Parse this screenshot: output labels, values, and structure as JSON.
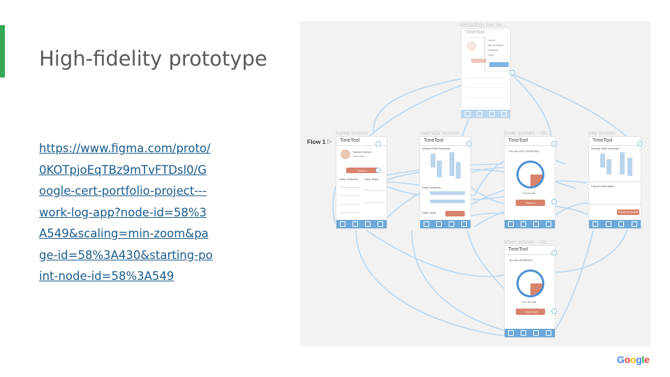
{
  "slide": {
    "title": "High-fidelity prototype",
    "link": "https://www.figma.com/proto/0KOTpjoEqTBz9mTvFTDsl0/Google-cert-portfolio-project---work-log-app?node-id=58%3A549&scaling=min-zoom&page-id=58%3A430&starting-point-node-id=58%3A549"
  },
  "prototype": {
    "flow_label": "Flow 1",
    "play_glyph": "▷",
    "app_name": "TimeTool",
    "frames": {
      "navigation": "navigation bar on ...",
      "home": "home screen",
      "calendar": "calendar screen",
      "timer_clock_in": "timer screen - clo...",
      "pay": "pay screen",
      "timer_clock_out": "timer screen - clo..."
    },
    "menu_items": [
      "Home",
      "My schedule",
      "Settings",
      "Help"
    ],
    "home": {
      "user_name": "Harold Carlson",
      "user_sub": "Mechanic",
      "clock_in": "Clock In",
      "daily_schedule": "Daily Schedule",
      "daily_tasks": "Daily Tasks"
    },
    "calendar": {
      "weekly_schedule": "Weekly Shift Schedule",
      "daily_schedule": "Daily Schedule",
      "daily_tasks": "Daily Tasks"
    },
    "timer_in": {
      "status": "You are NOT WORKING",
      "elapsed": "0 hr 0 min",
      "clock_button": "Clock In"
    },
    "timer_out": {
      "status": "You are WORKING",
      "elapsed": "3 hr 34 min",
      "clock_button": "Clock Out"
    },
    "pay": {
      "weekly_schedule": "Weekly Shift Schedule",
      "payroll_info": "Payroll Information",
      "submit": "Submit for Review"
    }
  },
  "branding": {
    "google_letters": [
      {
        "char": "G",
        "color": "#4285f4"
      },
      {
        "char": "o",
        "color": "#ea4335"
      },
      {
        "char": "o",
        "color": "#fbbc05"
      },
      {
        "char": "g",
        "color": "#4285f4"
      },
      {
        "char": "l",
        "color": "#34a853"
      },
      {
        "char": "e",
        "color": "#ea4335"
      }
    ]
  },
  "colors": {
    "accent_green": "#34a853",
    "link_blue": "#1a5b8c",
    "nav_blue": "#6ca8d9",
    "button_orange": "#d9826c"
  }
}
